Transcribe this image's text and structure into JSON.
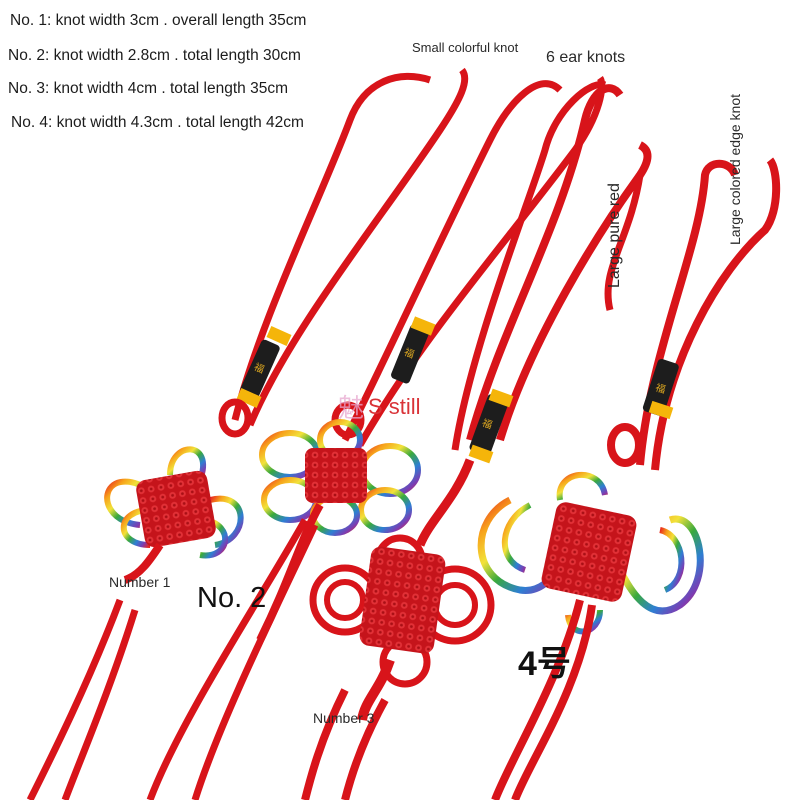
{
  "specs": [
    "No. 1: knot width 3cm . overall length 35cm",
    "No. 2: knot width 2.8cm . total length 30cm",
    "No. 3: knot width 4cm . total length 35cm",
    "No. 4: knot width 4.3cm . total length 42cm"
  ],
  "labels": {
    "small_colorful": "Small colorful knot",
    "six_ear": "6 ear knots",
    "large_pure_red": "Large pure red",
    "large_colored_edge": "Large colored edge knot",
    "number1": "Number 1",
    "no2": "No. 2",
    "number3": "Number 3",
    "no4": "4号",
    "watermark": "魅",
    "s_still": "S still"
  },
  "colors": {
    "cord_red": "#d8141a",
    "knot_red": "#c5141b",
    "bead_yellow": "#f5b50a",
    "bead_black": "#1d1d1d",
    "bead_gold_text": "#d9a521"
  }
}
